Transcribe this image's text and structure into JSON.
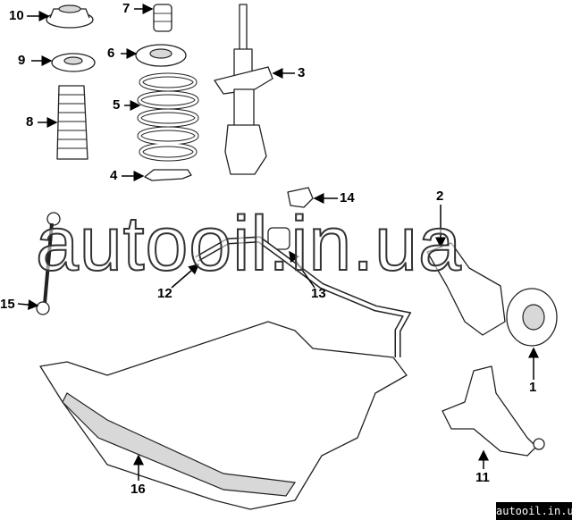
{
  "diagram": {
    "title": "Front suspension parts diagram",
    "callouts": [
      "1",
      "2",
      "3",
      "4",
      "5",
      "6",
      "7",
      "8",
      "9",
      "10",
      "11",
      "12",
      "13",
      "14",
      "15",
      "16"
    ]
  },
  "watermark": {
    "overlay_text": "autooil.in.ua",
    "corner_text": "autooil.in.ua"
  }
}
